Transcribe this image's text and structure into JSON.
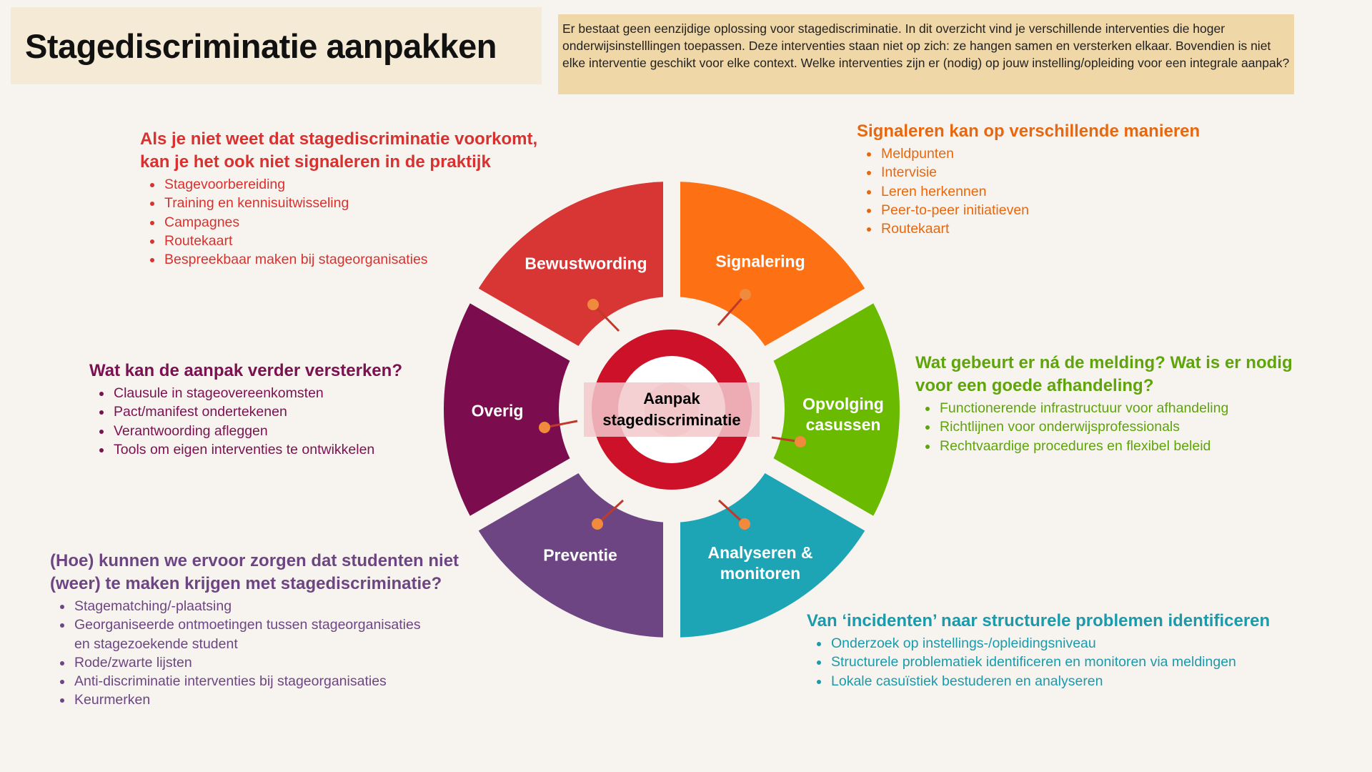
{
  "title": "Stagediscriminatie aanpakken",
  "description": "Er bestaat geen eenzijdige oplossing voor stagediscriminatie. In dit overzicht vind je verschillende interventies die hoger onderwijsinstelllingen toepassen. Deze interventies staan niet op zich: ze hangen samen en versterken elkaar. Bovendien is niet elke interventie geschikt voor elke context. Welke interventies zijn er (nodig) op jouw instelling/opleiding voor een integrale aanpak?",
  "center": {
    "line1": "Aanpak",
    "line2": "stagediscriminatie"
  },
  "segments": {
    "bewustwording": {
      "label": "Bewustwording",
      "color": "#d83535"
    },
    "signalering": {
      "label": "Signalering",
      "color": "#fd7013"
    },
    "opvolging": {
      "label1": "Opvolging",
      "label2": "casussen",
      "color": "#6abb00"
    },
    "analyseren": {
      "label1": "Analyseren &",
      "label2": "monitoren",
      "color": "#1ea5b5"
    },
    "preventie": {
      "label": "Preventie",
      "color": "#6e4583"
    },
    "overig": {
      "label": "Overig",
      "color": "#7b0d4e"
    }
  },
  "blocks": {
    "bewustwording": {
      "heading1": "Als je niet weet dat stagediscriminatie voorkomt,",
      "heading2": "kan je het ook niet signaleren in de praktijk",
      "items": [
        "Stagevoorbereiding",
        "Training en kennisuitwisseling",
        "Campagnes",
        "Routekaart",
        "Bespreekbaar maken bij stageorganisaties"
      ]
    },
    "signalering": {
      "heading": "Signaleren kan op verschillende manieren",
      "items": [
        "Meldpunten",
        "Intervisie",
        "Leren herkennen",
        "Peer-to-peer initiatieven",
        "Routekaart"
      ]
    },
    "overig": {
      "heading": "Wat kan de aanpak verder versterken?",
      "items": [
        "Clausule in stageovereenkomsten",
        "Pact/manifest ondertekenen",
        "Verantwoording afleggen",
        "Tools om eigen interventies te ontwikkelen"
      ]
    },
    "opvolging": {
      "heading1": "Wat gebeurt er ná de melding? Wat is er nodig",
      "heading2": "voor een goede afhandeling?",
      "items": [
        "Functionerende infrastructuur voor afhandeling",
        "Richtlijnen voor onderwijsprofessionals",
        "Rechtvaardige procedures en flexibel beleid"
      ]
    },
    "preventie": {
      "heading1": "(Hoe) kunnen we ervoor zorgen dat studenten niet",
      "heading2": "(weer) te maken krijgen met stagediscriminatie?",
      "items": [
        "Stagematching/-plaatsing",
        "Georganiseerde ontmoetingen tussen stageorganisaties",
        "en stagezoekende student",
        "Rode/zwarte lijsten",
        "Anti-discriminatie interventies bij stageorganisaties",
        "Keurmerken"
      ]
    },
    "analyseren": {
      "heading": "Van ‘incidenten’ naar structurele problemen identificeren",
      "items": [
        "Onderzoek op instellings-/opleidingsniveau",
        "Structurele problematiek identificeren en monitoren via meldingen",
        "Lokale casuïstiek bestuderen en analyseren"
      ]
    }
  }
}
